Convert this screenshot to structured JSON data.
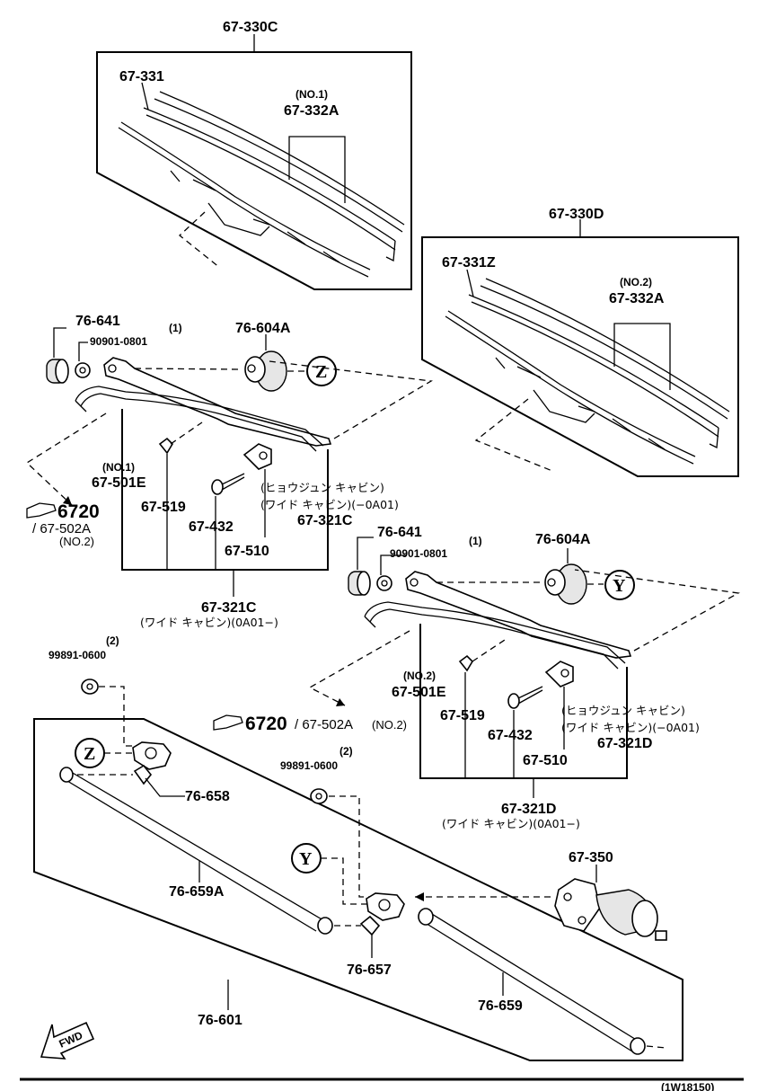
{
  "labels": {
    "blade_assy_1": "67-330C",
    "blade_1": "67-331",
    "rubber_1_qual": "(NO.1)",
    "rubber_1": "67-332A",
    "blade_assy_2": "67-330D",
    "blade_2": "67-331Z",
    "rubber_2_qual": "(NO.2)",
    "rubber_2": "67-332A",
    "cap_1": "76-641",
    "nut_1_qty": "(1)",
    "nut_1": "90901-0801",
    "cover_1": "76-604A",
    "arm_1_qual": "(NO.1)",
    "arm_1": "67-501E",
    "clip_1": "67-519",
    "screw_1": "67-432",
    "bracket_1": "67-510",
    "arm_1_note_a": "(ヒョウジュン キャビン)",
    "arm_1_note_b": "(ワイド キャビン)(−0A01)",
    "arm_1_assy": "67-321C",
    "arm_1_assy_bottom": "67-321C",
    "arm_1_assy_bottom_note": "(ワイド キャビン)(0A01−)",
    "ref_1_big": "6720",
    "ref_1_rest": "/ 67-502A",
    "ref_1_qual": "(NO.2)",
    "cap_2": "76-641",
    "nut_2_qty": "(1)",
    "nut_2": "90901-0801",
    "cover_2": "76-604A",
    "arm_2_qual": "(NO.2)",
    "arm_2": "67-501E",
    "clip_2": "67-519",
    "screw_2": "67-432",
    "bracket_2": "67-510",
    "arm_2_note_a": "(ヒョウジュン キャビン)",
    "arm_2_note_b": "(ワイド キャビン)(−0A01)",
    "arm_2_assy": "67-321D",
    "arm_2_assy_bottom": "67-321D",
    "arm_2_assy_bottom_note": "(ワイド キャビン)(0A01−)",
    "ref_2_big": "6720",
    "ref_2_rest": "/ 67-502A",
    "ref_2_qual": "(NO.2)",
    "nut_3_qty": "(2)",
    "nut_3": "99891-0600",
    "nut_4_qty": "(2)",
    "nut_4": "99891-0600",
    "pivot_1": "76-658",
    "link_1": "76-659A",
    "pivot_2": "76-657",
    "motor": "67-350",
    "link_2": "76-659",
    "linkage_assy": "76-601",
    "fwd": "FWD",
    "diagram_code": "(1W18150)",
    "callout_z": "Z",
    "callout_y": "Y"
  }
}
